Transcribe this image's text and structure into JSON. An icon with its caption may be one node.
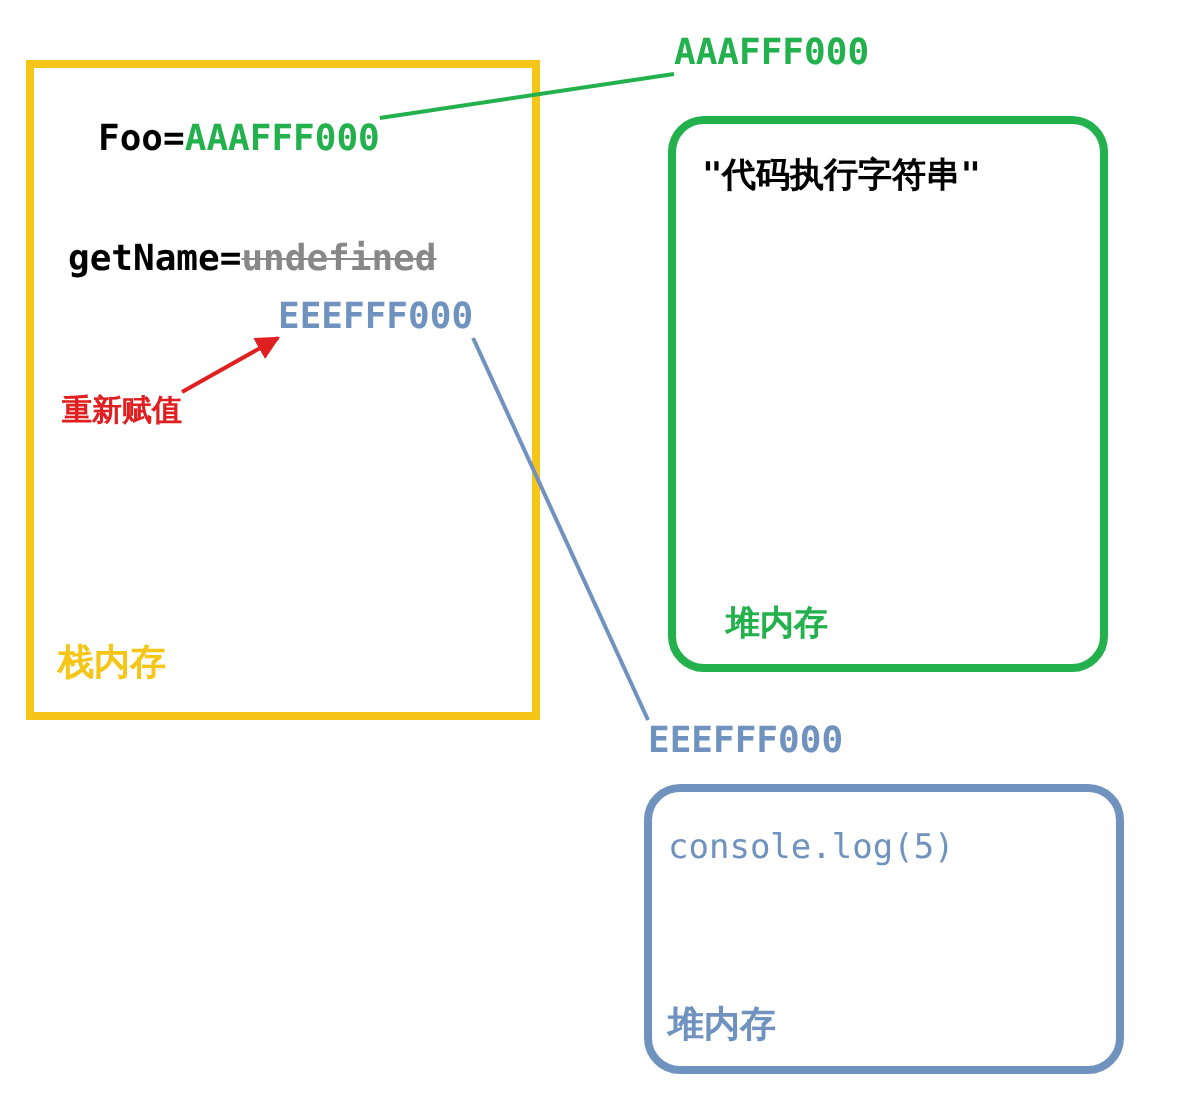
{
  "diagram": {
    "nodes": [
      {
        "text": [
          "栈内存"
        ]
      },
      {
        "text": [
          "Foo=",
          "AAAFFF000"
        ],
        "in": 0
      },
      {
        "text": [
          "getName=",
          "undefined"
        ],
        "in": 0
      },
      {
        "text": [
          "EEEFFF000"
        ],
        "in": 0
      },
      {
        "text": [
          "重新赋值"
        ],
        "in": 0
      },
      {
        "text": [
          "AAAFFF000"
        ]
      },
      {
        "text": [
          "\"代码执行字符串\"",
          "堆内存"
        ]
      },
      {
        "text": [
          "EEEFFF000"
        ]
      },
      {
        "text": [
          "console.log(5)",
          "堆内存"
        ]
      }
    ],
    "edges": [
      {
        "from": 1,
        "to": 5,
        "arrow": "none",
        "color": "#22b14c"
      },
      {
        "from": 3,
        "to": 7,
        "arrow": "none",
        "color": "#7092be"
      },
      {
        "from": 4,
        "to": 3,
        "arrow": "to",
        "color": "#e02020"
      }
    ]
  }
}
